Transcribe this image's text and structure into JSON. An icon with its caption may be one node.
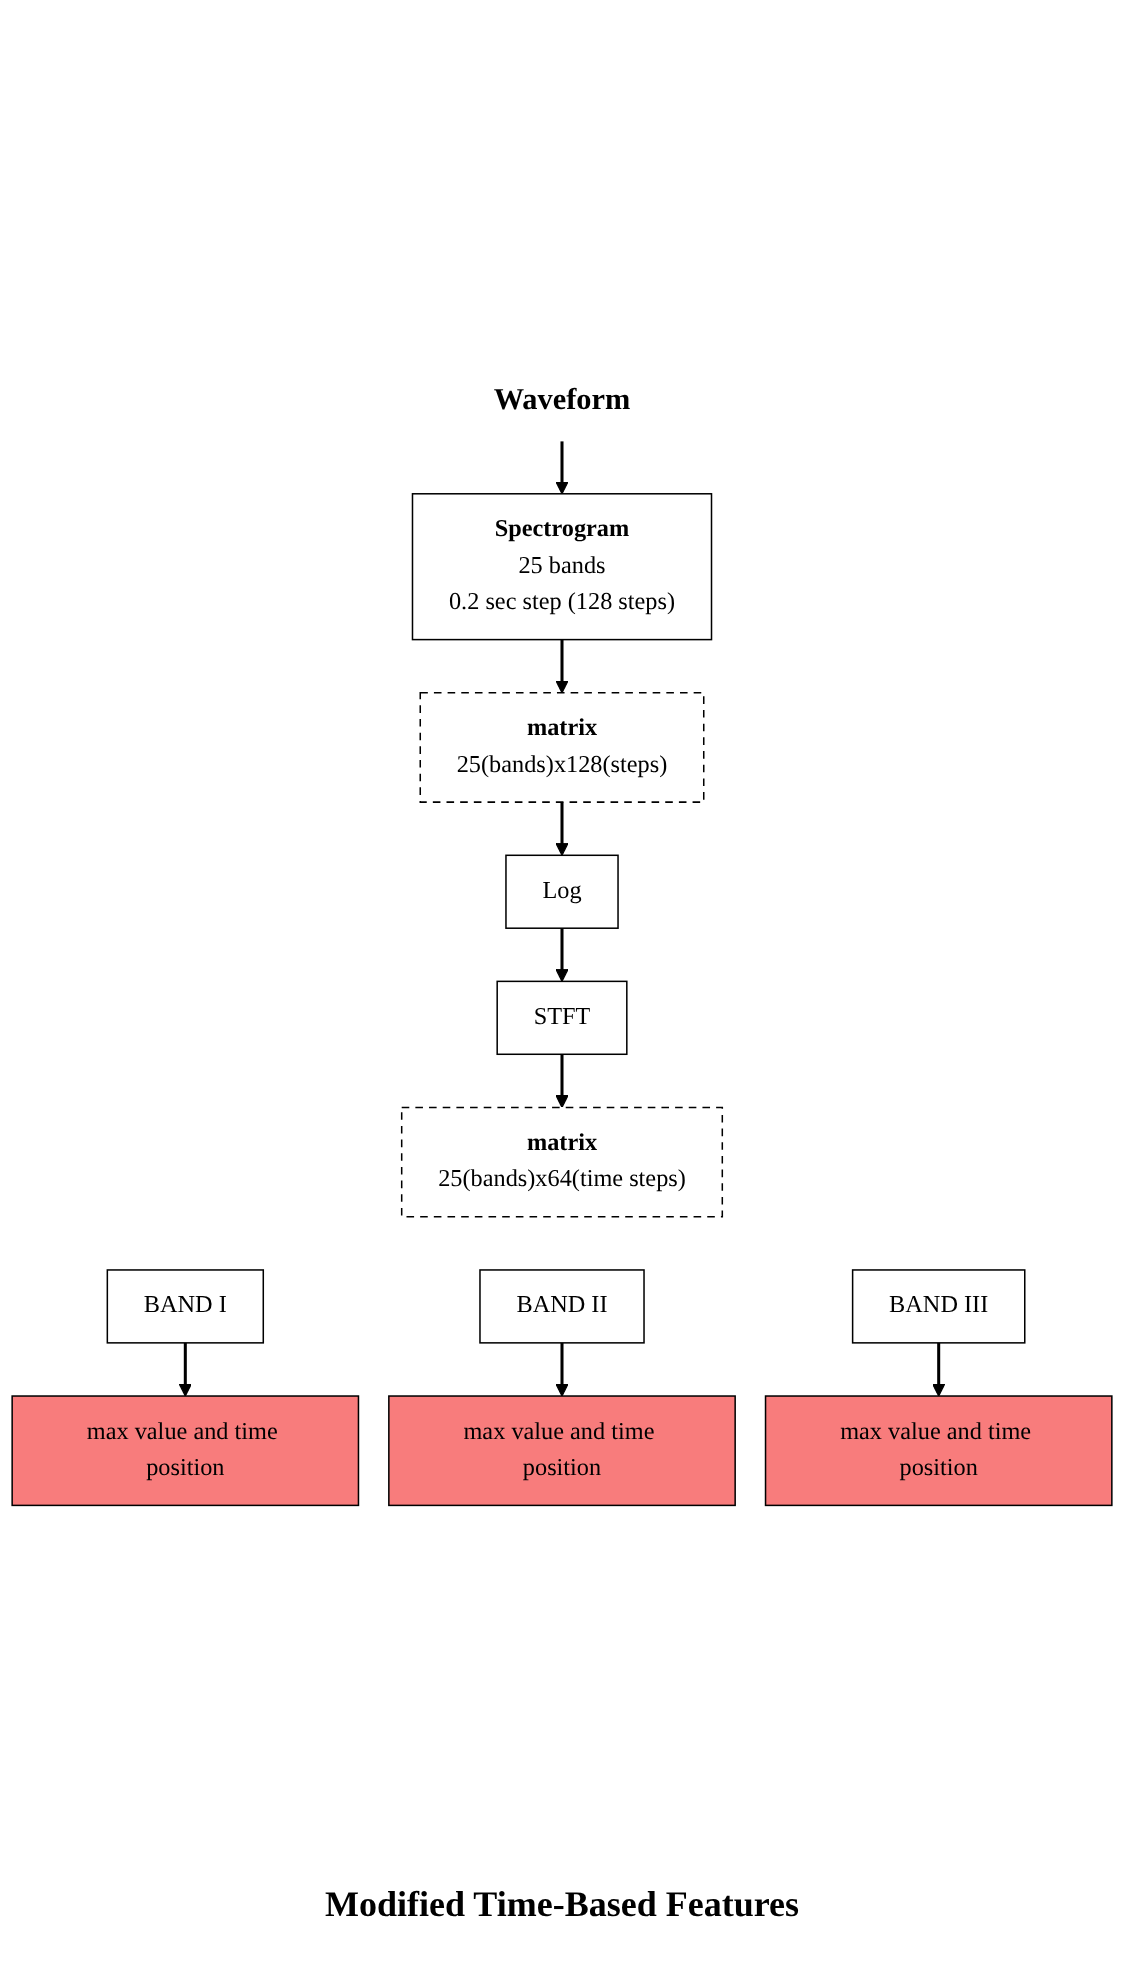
{
  "diagram": {
    "caption": "Modified Time-Based Features",
    "nodes": [
      {
        "text": [
          "Waveform"
        ]
      },
      {
        "text": [
          "Spectrogram",
          "25 bands",
          "0.2 sec step (128 steps)"
        ]
      },
      {
        "text": [
          "matrix",
          "25(bands)x128(steps)"
        ]
      },
      {
        "text": [
          "Log"
        ]
      },
      {
        "text": [
          "STFT"
        ]
      },
      {
        "text": [
          "matrix",
          "25(bands)x64(time steps)"
        ]
      },
      {
        "text": [
          "BAND I"
        ]
      },
      {
        "text": [
          "BAND II"
        ]
      },
      {
        "text": [
          "BAND III"
        ]
      },
      {
        "text": [
          "max value and time position"
        ]
      },
      {
        "text": [
          "max value and time position"
        ]
      },
      {
        "text": [
          "max value and time position"
        ]
      }
    ],
    "edges": [
      {
        "from": 0,
        "to": 1,
        "arrow": "to"
      },
      {
        "from": 1,
        "to": 2,
        "arrow": "to"
      },
      {
        "from": 2,
        "to": 3,
        "arrow": "to"
      },
      {
        "from": 3,
        "to": 4,
        "arrow": "to"
      },
      {
        "from": 4,
        "to": 5,
        "arrow": "to"
      },
      {
        "from": 6,
        "to": 9,
        "arrow": "to"
      },
      {
        "from": 7,
        "to": 10,
        "arrow": "to"
      },
      {
        "from": 8,
        "to": 11,
        "arrow": "to"
      }
    ]
  }
}
